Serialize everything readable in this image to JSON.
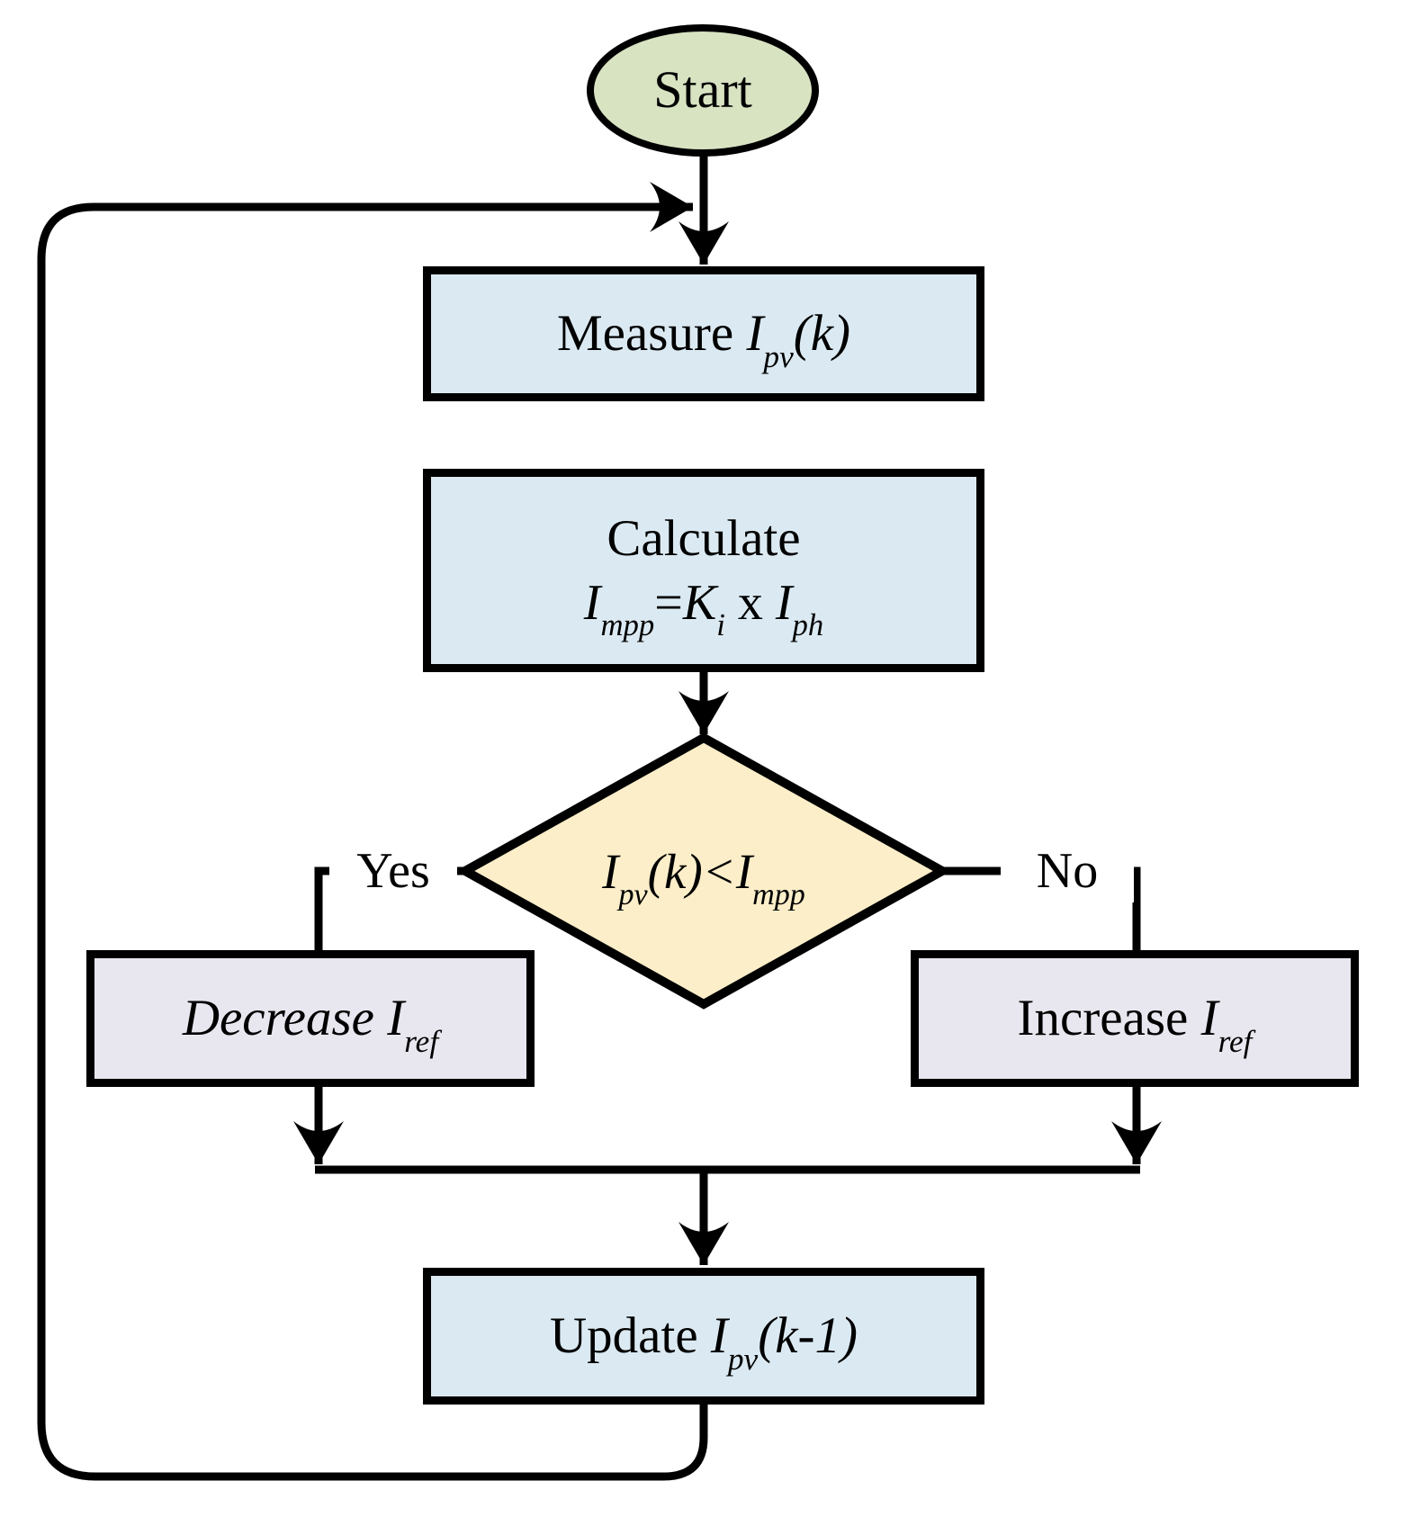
{
  "colors": {
    "start-fill": "#d8e3c2",
    "process-fill": "#dbeaf2",
    "decision-fill": "#fbeec9",
    "action-fill": "#e8e6ee",
    "line": "#000000"
  },
  "nodes": {
    "start": {
      "label": "Start"
    },
    "measure": {
      "word": "Measure ",
      "var": "I",
      "sub": "pv",
      "tail": "(k)"
    },
    "calculate": {
      "line1": "Calculate",
      "v1": "I",
      "s1": "mpp",
      "op1": "=",
      "v2": "K",
      "s2": "i",
      "op2": " x ",
      "v3": "I",
      "s3": "ph"
    },
    "decision": {
      "v1": "I",
      "s1": "pv",
      "mid": "(k)<",
      "v2": "I",
      "s2": "mpp"
    },
    "decrease": {
      "word": "Decrease ",
      "var": "I",
      "sub": "ref"
    },
    "increase": {
      "word": "Increase ",
      "var": "I",
      "sub": "ref"
    },
    "update": {
      "word": "Update ",
      "var": "I",
      "sub": "pv",
      "tail": "(k-1)"
    }
  },
  "edges": {
    "yes": "Yes",
    "no": "No"
  }
}
